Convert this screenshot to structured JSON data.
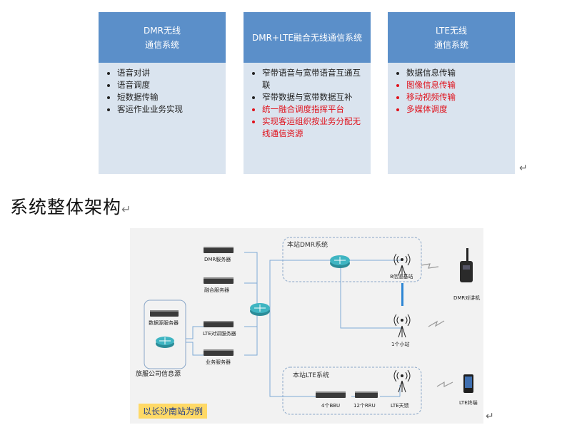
{
  "cards": [
    {
      "title_lines": [
        "DMR无线",
        "通信系统"
      ],
      "items": [
        {
          "text": "语音对讲",
          "highlight": false
        },
        {
          "text": "语音调度",
          "highlight": false
        },
        {
          "text": "短数据传输",
          "highlight": false
        },
        {
          "text": "客运作业业务实现",
          "highlight": false
        }
      ]
    },
    {
      "title_lines": [
        "DMR+LTE融合无线通信系统"
      ],
      "items": [
        {
          "text": "窄带语音与宽带语音互通互联",
          "highlight": false
        },
        {
          "text": "窄带数据与宽带数据互补",
          "highlight": false
        },
        {
          "text": "统一融合调度指挥平台",
          "highlight": true
        },
        {
          "text": "实现客运组织按业务分配无线通信资源",
          "highlight": true
        }
      ]
    },
    {
      "title_lines": [
        "LTE无线",
        "通信系统"
      ],
      "items": [
        {
          "text": "数据信息传输",
          "highlight": false
        },
        {
          "text": "图像信息传输",
          "highlight": true
        },
        {
          "text": "移动视频传输",
          "highlight": true
        },
        {
          "text": "多媒体调度",
          "highlight": true
        }
      ]
    }
  ],
  "return_mark": "↵",
  "section_title": "系统整体架构",
  "diagram": {
    "servers": {
      "dmr": "DMR服务器",
      "fusion": "融合服务器",
      "lte_dispatch": "LTE对讲服务器",
      "business": "业务服务器",
      "data_source": "数据源服务器"
    },
    "info_source_label": "旅服公司信息源",
    "dmr_box_title": "本站DMR系统",
    "lte_box_title": "本站LTE系统",
    "base_station": "8信道基站",
    "small_station": "1个小站",
    "bbu": "4个BBU",
    "rru": "12个RRU",
    "lte_antenna": "LTE天馈",
    "dmr_terminal": "DMR对讲机",
    "lte_terminal": "LTE终端",
    "example_label": "以长沙南站为例",
    "colors": {
      "line": "#7fa9d6",
      "router": "#3fa9b5",
      "box_border": "#8aa7c8",
      "link_bar": "#2e86d4"
    }
  }
}
